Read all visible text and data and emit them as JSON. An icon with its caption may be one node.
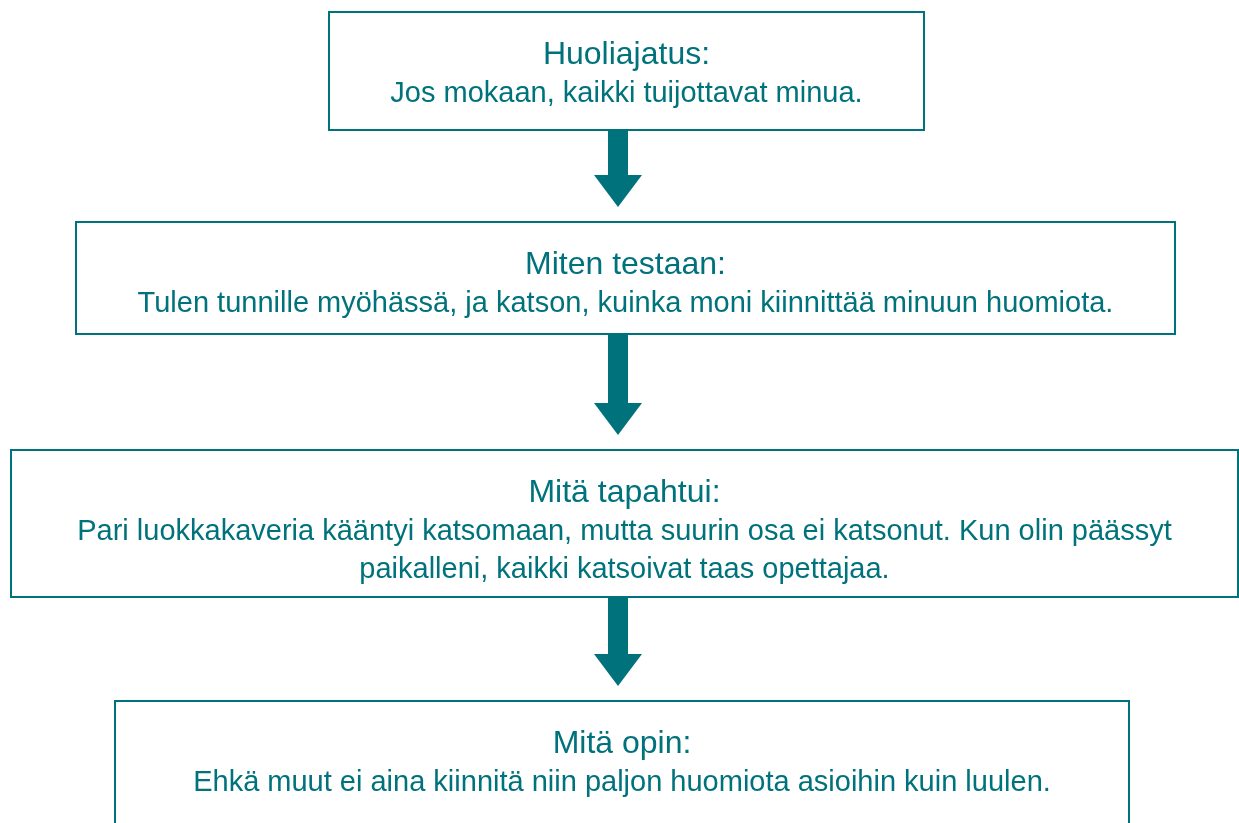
{
  "diagram": {
    "nodes": [
      {
        "text": [
          "Huoliajatus:",
          "Jos mokaan, kaikki tuijottavat minua."
        ]
      },
      {
        "text": [
          "Miten testaan:",
          "Tulen tunnille myöhässä, ja katson, kuinka moni kiinnittää minuun huomiota."
        ]
      },
      {
        "text": [
          "Mitä tapahtui:",
          "Pari luokkakaveria kääntyi katsomaan, mutta suurin osa ei katsonut. Kun olin päässyt paikalleni, kaikki katsoivat taas opettajaa."
        ]
      },
      {
        "text": [
          "Mitä opin:",
          "Ehkä muut ei aina kiinnitä niin paljon huomiota asioihin kuin luulen."
        ]
      }
    ],
    "edges": [
      {
        "from": 0,
        "to": 1,
        "arrow": "to"
      },
      {
        "from": 1,
        "to": 2,
        "arrow": "to"
      },
      {
        "from": 2,
        "to": 3,
        "arrow": "to"
      }
    ]
  }
}
